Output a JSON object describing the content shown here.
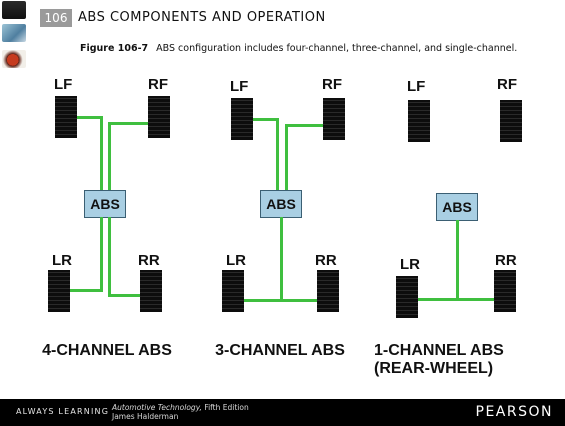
{
  "header": {
    "chapter_number": "106",
    "title": "ABS COMPONENTS AND OPERATION"
  },
  "caption": {
    "figure_label": "Figure 106-7",
    "text": "ABS configuration includes four-channel, three-channel, and single-channel."
  },
  "diagram": {
    "abs_label": "ABS",
    "wheel_labels": {
      "lf": "LF",
      "rf": "RF",
      "lr": "LR",
      "rr": "RR"
    },
    "configs": [
      {
        "title": "4-CHANNEL ABS"
      },
      {
        "title": "3-CHANNEL ABS"
      },
      {
        "title_line1": "1-CHANNEL ABS",
        "title_line2": "(REAR-WHEEL)"
      }
    ],
    "line_color": "#3fbf3f",
    "abs_box_color": "#a9cfe3"
  },
  "footer": {
    "always_learning": "ALWAYS LEARNING",
    "book_title": "Automotive Technology,",
    "edition": " Fifth Edition",
    "author": "James Halderman",
    "publisher": "PEARSON"
  }
}
